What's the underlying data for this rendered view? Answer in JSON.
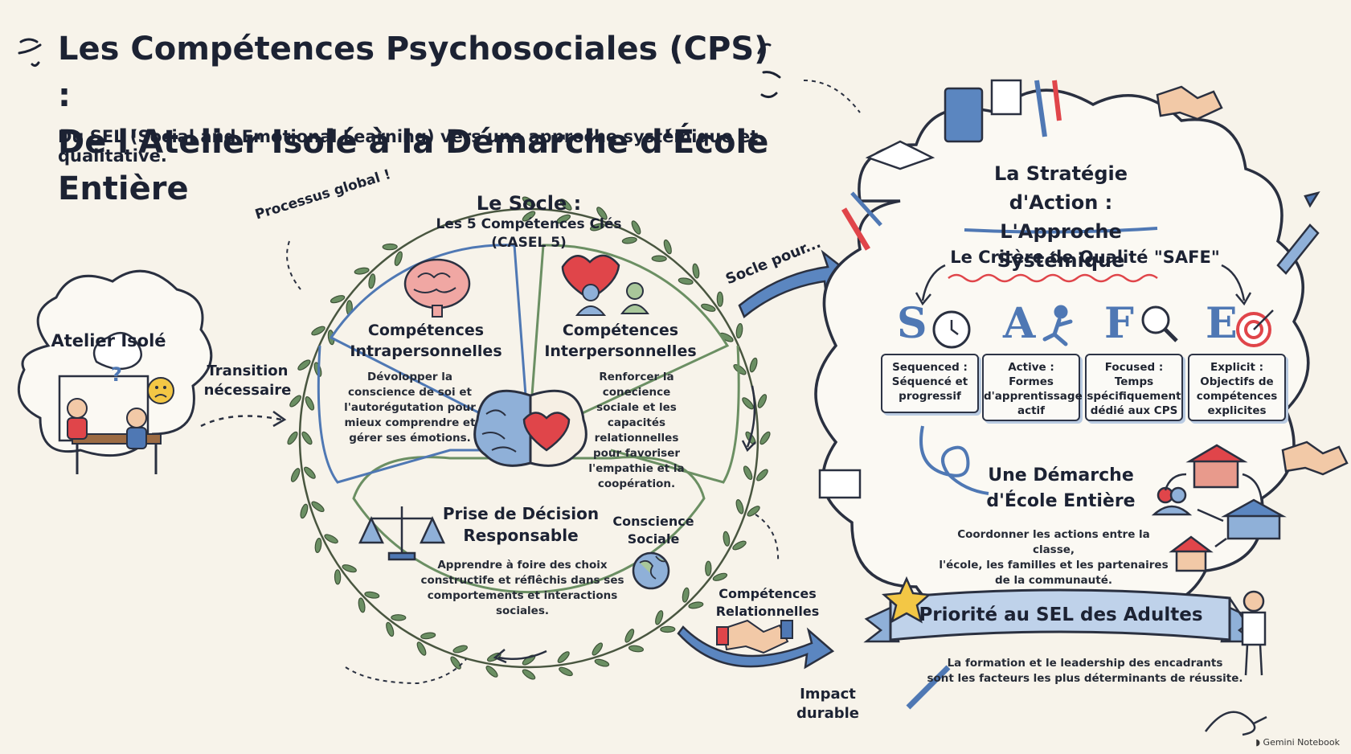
{
  "header": {
    "title_line1": "Les Compétences Psychosociales (CPS) :",
    "title_line2": "De l'Atelier Isolé à la Démarche d'École Entière",
    "subtitle": "Du SEL (Social and Emotional Learning) vers une approche systémique et qualitative."
  },
  "left": {
    "atelier": "Atelier Isolé",
    "transition_1": "Transition",
    "transition_2": "nécessaire",
    "processus": "Processus global !"
  },
  "socle": {
    "title": "Le Socle :",
    "subtitle_1": "Les 5 Compétences Clés",
    "subtitle_2": "(CASEL 5)",
    "intra_title_1": "Compétences",
    "intra_title_2": "Intrapersonnelles",
    "intra_desc": [
      "Dévolopper la",
      "conscience de soi et",
      "l'autorégutation pour",
      "mieux comprendre et",
      "gérer ses émotions."
    ],
    "inter_title_1": "Compétences",
    "inter_title_2": "Interpersonnelles",
    "inter_desc": [
      "Renforcer la conecience",
      "sociale et les",
      "capacités relationnelles",
      "pour favoriser",
      "l'empathie et la",
      "coopération."
    ],
    "decision_title_1": "Prise de Décision",
    "decision_title_2": "Responsable",
    "decision_desc": [
      "Apprendre à foire des choix",
      "constructife et réflêchis dans ses",
      "comportements et interactions",
      "sociales."
    ],
    "conscience_1": "Conscience",
    "conscience_2": "Sociale"
  },
  "arrows": {
    "socle_pour": "Socle pour...",
    "relationnelles_1": "Compétences",
    "relationnelles_2": "Relationnelles",
    "impact_1": "Impact",
    "impact_2": "durable"
  },
  "strategy": {
    "title_1": "La Stratégie d'Action :",
    "title_2": "L'Approche Systémique",
    "safe_title": "Le Critère de Qualité \"SAFE\"",
    "cards": [
      {
        "letter": "S",
        "lines": [
          "Sequenced :",
          "Séquencé et",
          "progressif"
        ]
      },
      {
        "letter": "A",
        "lines": [
          "Active :",
          "Formes",
          "d'apprentissage",
          "actif"
        ]
      },
      {
        "letter": "F",
        "lines": [
          "Focused :",
          "Temps",
          "spécifiquement",
          "dédié aux CPS"
        ]
      },
      {
        "letter": "E",
        "lines": [
          "Explicit :",
          "Objectifs de",
          "compétences",
          "explicites"
        ]
      }
    ],
    "ecole_1": "Une Démarche",
    "ecole_2": "d'École Entière",
    "ecole_desc": [
      "Coordonner les actions entre la classe,",
      "l'école, les familles et les partenaires",
      "de la communauté."
    ],
    "priorite": "Priorité au SEL des Adultes",
    "priorite_desc_1": "La formation et le leadership des encadrants",
    "priorite_desc_2": "sont les facteurs les plus déterminants de réussite."
  },
  "footer": {
    "brand": "Gemini Notebook"
  },
  "colors": {
    "accent_blue": "#4f78b4",
    "accent_red": "#e0454a",
    "leaf_green": "#6b8f63",
    "ink": "#1f2430"
  }
}
